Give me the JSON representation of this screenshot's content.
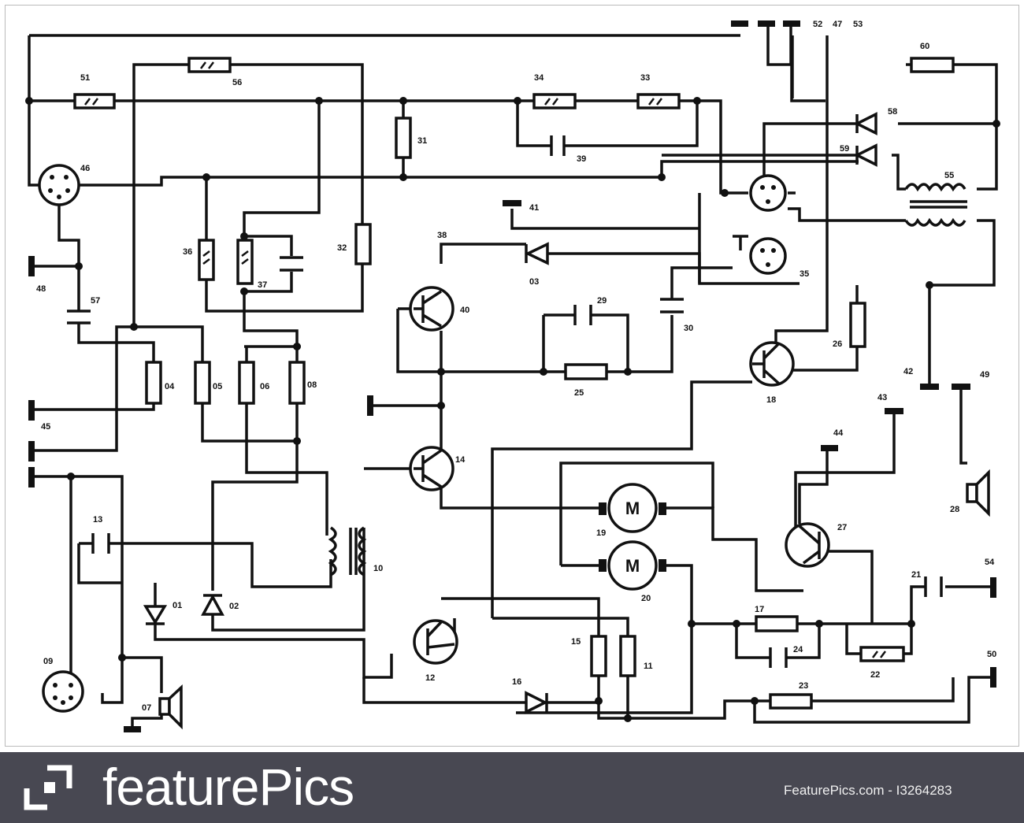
{
  "labels": {
    "l51": "51",
    "l56": "56",
    "l34": "34",
    "l33": "33",
    "l60": "60",
    "l52": "52",
    "l47": "47",
    "l53": "53",
    "l31": "31",
    "l39": "39",
    "l58": "58",
    "l59": "59",
    "l55": "55",
    "l46": "46",
    "l41": "41",
    "l38": "38",
    "l36": "36",
    "l37": "37",
    "l32": "32",
    "l03": "03",
    "l29": "29",
    "l35": "35",
    "l48": "48",
    "l57": "57",
    "l40": "40",
    "l30": "30",
    "l26": "26",
    "l04": "04",
    "l05": "05",
    "l06": "06",
    "l08": "08",
    "l25": "25",
    "l18": "18",
    "l42": "42",
    "l49": "49",
    "l45": "45",
    "l43": "43",
    "l14": "14",
    "l44": "44",
    "l13": "13",
    "l19": "19",
    "l28": "28",
    "l27": "27",
    "l10": "10",
    "l01": "01",
    "l02": "02",
    "l20": "20",
    "l54": "54",
    "l21": "21",
    "l17": "17",
    "l24": "24",
    "l09": "09",
    "l15": "15",
    "l11": "11",
    "l12": "12",
    "l22": "22",
    "l50": "50",
    "l16": "16",
    "l23": "23",
    "l07": "07"
  },
  "motor_symbol": "M",
  "footer": {
    "brand": "featurePics",
    "image_id": "FeaturePics.com - I3264283"
  },
  "colors": {
    "footer_bg": "#484852",
    "line": "#111111"
  }
}
